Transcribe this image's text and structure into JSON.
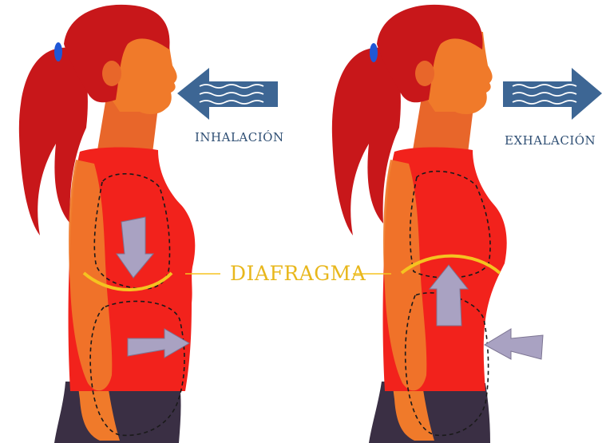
{
  "labels": {
    "inhale": "INHALACIÓN",
    "exhale": "EXHALACIÓN",
    "diaphragm": "DIAFRAGMA"
  },
  "colors": {
    "hair": "#c8171a",
    "skin": "#f07a2a",
    "shirt": "#f2221c",
    "pants": "#3a2f44",
    "air_arrow": "#3d6694",
    "diaphragm_line": "#f5c320",
    "motion_arrow": "#a9a2c2",
    "hair_tie": "#1f57d6",
    "text_blue": "#2f4f74"
  },
  "icons": [
    "inhale-arrow-icon",
    "exhale-arrow-icon",
    "down-arrow-icon",
    "right-arrow-icon",
    "up-arrow-icon",
    "left-arrow-icon"
  ]
}
